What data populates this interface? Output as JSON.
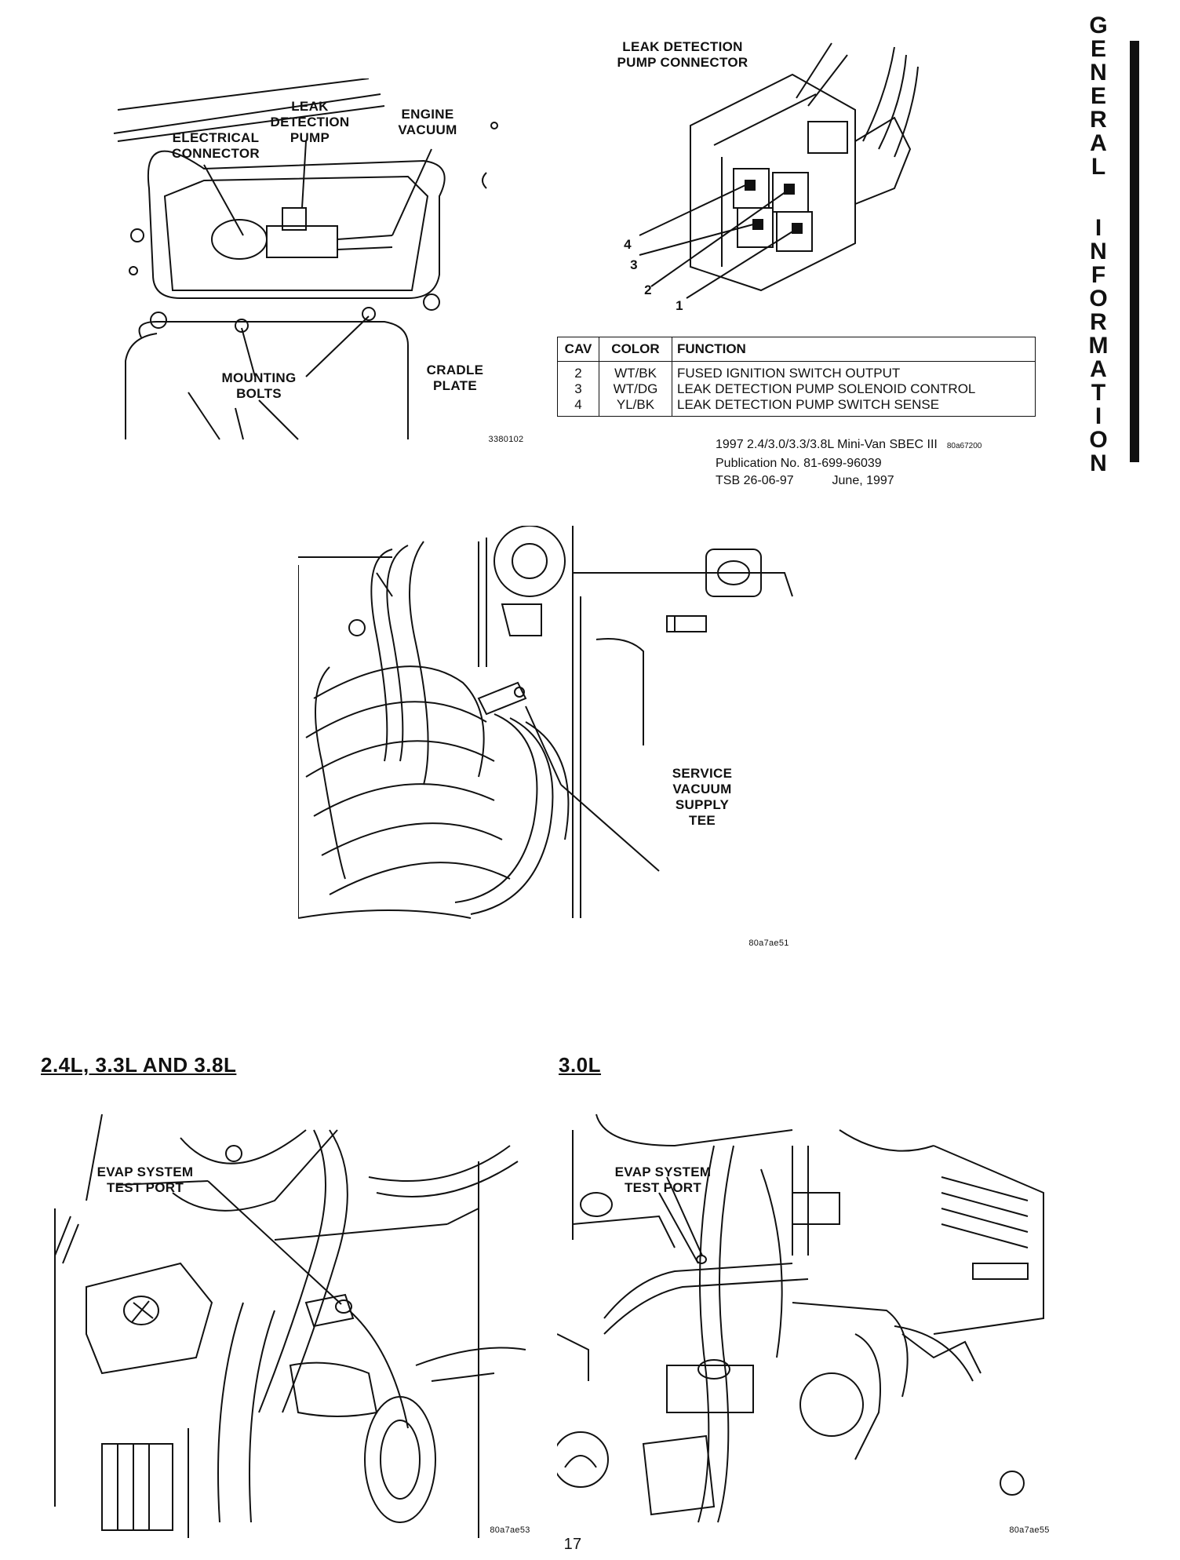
{
  "figure1": {
    "labels": {
      "electrical_connector": "ELECTRICAL\nCONNECTOR",
      "leak_detection_pump": "LEAK\nDETECTION\nPUMP",
      "engine_vacuum": "ENGINE\nVACUUM",
      "mounting_bolts": "MOUNTING\nBOLTS",
      "cradle_plate": "CRADLE\nPLATE"
    },
    "code": "3380102"
  },
  "figure2": {
    "title": "LEAK DETECTION\nPUMP CONNECTOR",
    "pins": [
      "4",
      "3",
      "2",
      "1"
    ],
    "table": {
      "headers": [
        "CAV",
        "COLOR",
        "FUNCTION"
      ],
      "rows": [
        {
          "cav": "2",
          "color": "WT/BK",
          "function": "FUSED IGNITION SWITCH OUTPUT"
        },
        {
          "cav": "3",
          "color": "WT/DG",
          "function": "LEAK DETECTION PUMP SOLENOID CONTROL"
        },
        {
          "cav": "4",
          "color": "YL/BK",
          "function": "LEAK DETECTION PUMP SWITCH SENSE"
        }
      ]
    },
    "publication": {
      "line1": "1997 2.4/3.0/3.3/3.8L Mini-Van SBEC III",
      "code": "80a67200",
      "line2": "Publication No. 81-699-96039",
      "line3_tsb": "TSB 26-06-97",
      "line3_date": "June, 1997"
    }
  },
  "figure3": {
    "label": "SERVICE\nVACUUM\nSUPPLY\nTEE",
    "code": "80a7ae51"
  },
  "figure4": {
    "heading": "2.4L, 3.3L AND 3.8L",
    "label": "EVAP SYSTEM\nTEST PORT",
    "code": "80a7ae53"
  },
  "figure5": {
    "heading": "3.0L",
    "label": "EVAP SYSTEM\nTEST PORT",
    "code": "80a7ae55"
  },
  "sidebar": {
    "word1": [
      "G",
      "E",
      "N",
      "E",
      "R",
      "A",
      "L"
    ],
    "word2": [
      "I",
      "N",
      "F",
      "O",
      "R",
      "M",
      "A",
      "T",
      "I",
      "O",
      "N"
    ]
  },
  "page_number": "17"
}
